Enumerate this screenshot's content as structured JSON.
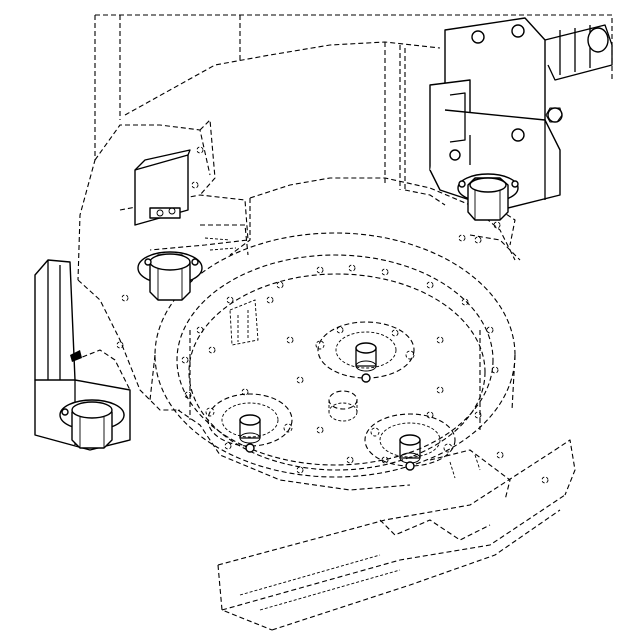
{
  "drawing": {
    "style": "isometric patent line drawing",
    "hidden_line_style": "dashed",
    "line_color": "#000000",
    "background_color": "#ffffff"
  },
  "components": {
    "upper_right_block": "clamp-block",
    "left_block": "clamp-block",
    "center_left_nut": "hex-nut",
    "upper_right_nut": "hex-nut",
    "left_nut": "hex-nut",
    "turntable": "rotary-table",
    "bottom_right_rail": "guide-rail"
  }
}
